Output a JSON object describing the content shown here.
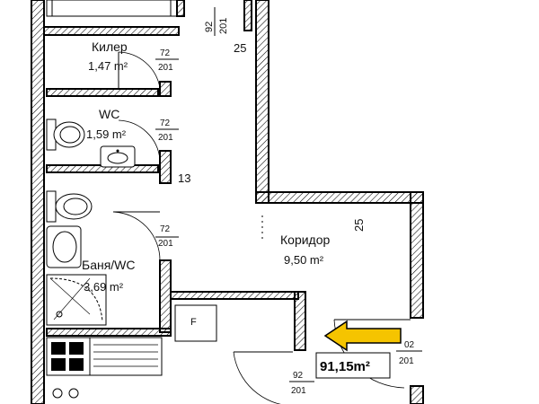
{
  "rooms": {
    "storage": {
      "name": "Килер",
      "area": "1,47 m²",
      "door_w": "72",
      "door_h": "201"
    },
    "wc": {
      "name": "WC",
      "area": "1,59 m²",
      "door_w": "72",
      "door_h": "201"
    },
    "bath": {
      "name": "Баня/WC",
      "area": "3,69 m²",
      "door_w": "72",
      "door_h": "201"
    },
    "corridor": {
      "name": "Коридор",
      "area": "9,50 m²"
    }
  },
  "dimensions": {
    "top_door_w": "92",
    "top_door_h": "201",
    "wall_25_top": "25",
    "wall_25_side": "25",
    "wall_13": "13",
    "entrance_door_w": "92",
    "entrance_door_h": "201",
    "right_door_w": "02",
    "right_door_h": "201"
  },
  "labels": {
    "f_box": "F",
    "total_area": "91,15m²"
  },
  "arrow": {
    "color": "#f5c400"
  }
}
